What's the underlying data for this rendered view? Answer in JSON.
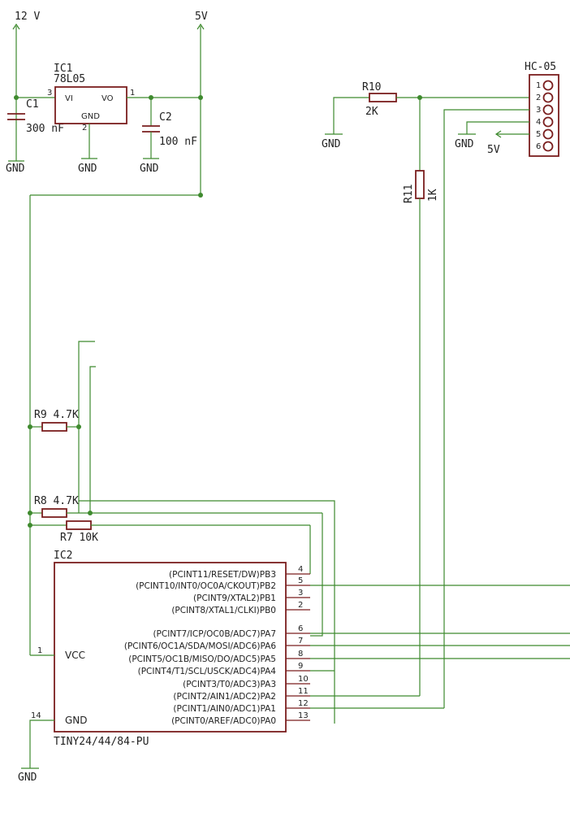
{
  "power": {
    "v12": "12 V",
    "v5": "5V",
    "v5_hc": "5V"
  },
  "gnd": {
    "label": "GND"
  },
  "ic1": {
    "name": "IC1",
    "part": "78L05",
    "vi": "VI",
    "vo": "VO",
    "gnd": "GND",
    "pin_vi": "3",
    "pin_vo": "1",
    "pin_gnd": "2"
  },
  "c1": {
    "name": "C1",
    "value": "300 nF"
  },
  "c2": {
    "name": "C2",
    "value": "100 nF"
  },
  "r10": {
    "name": "R10",
    "value": "2K"
  },
  "r11": {
    "name": "R11",
    "value": "1K"
  },
  "r9": {
    "label": "R9 4.7K"
  },
  "r8": {
    "label": "R8 4.7K"
  },
  "r7": {
    "label": "R7 10K"
  },
  "hc05": {
    "name": "HC-05",
    "pins": [
      "1",
      "2",
      "3",
      "4",
      "5",
      "6"
    ]
  },
  "ic2": {
    "name": "IC2",
    "part": "TINY24/44/84-PU",
    "vcc": "VCC",
    "gnd": "GND",
    "pin_vcc": "1",
    "pin_gnd": "14",
    "pins": [
      {
        "label": "(PCINT11/RESET/DW)PB3",
        "num": "4"
      },
      {
        "label": "(PCINT10/INT0/OC0A/CKOUT)PB2",
        "num": "5"
      },
      {
        "label": "(PCINT9/XTAL2)PB1",
        "num": "3"
      },
      {
        "label": "(PCINT8/XTAL1/CLKI)PB0",
        "num": "2"
      },
      {
        "label": "(PCINT7/ICP/OC0B/ADC7)PA7",
        "num": "6"
      },
      {
        "label": "(PCINT6/OC1A/SDA/MOSI/ADC6)PA6",
        "num": "7"
      },
      {
        "label": "(PCINT5/OC1B/MISO/DO/ADC5)PA5",
        "num": "8"
      },
      {
        "label": "(PCINT4/T1/SCL/USCK/ADC4)PA4",
        "num": "9"
      },
      {
        "label": "(PCINT3/T0/ADC3)PA3",
        "num": "10"
      },
      {
        "label": "(PCINT2/AIN1/ADC2)PA2",
        "num": "11"
      },
      {
        "label": "(PCINT1/AIN0/ADC1)PA1",
        "num": "12"
      },
      {
        "label": "(PCINT0/AREF/ADC0)PA0",
        "num": "13"
      }
    ]
  },
  "colors": {
    "wire": "#3e8a2e",
    "part": "#7a1e1e",
    "text": "#222222"
  }
}
